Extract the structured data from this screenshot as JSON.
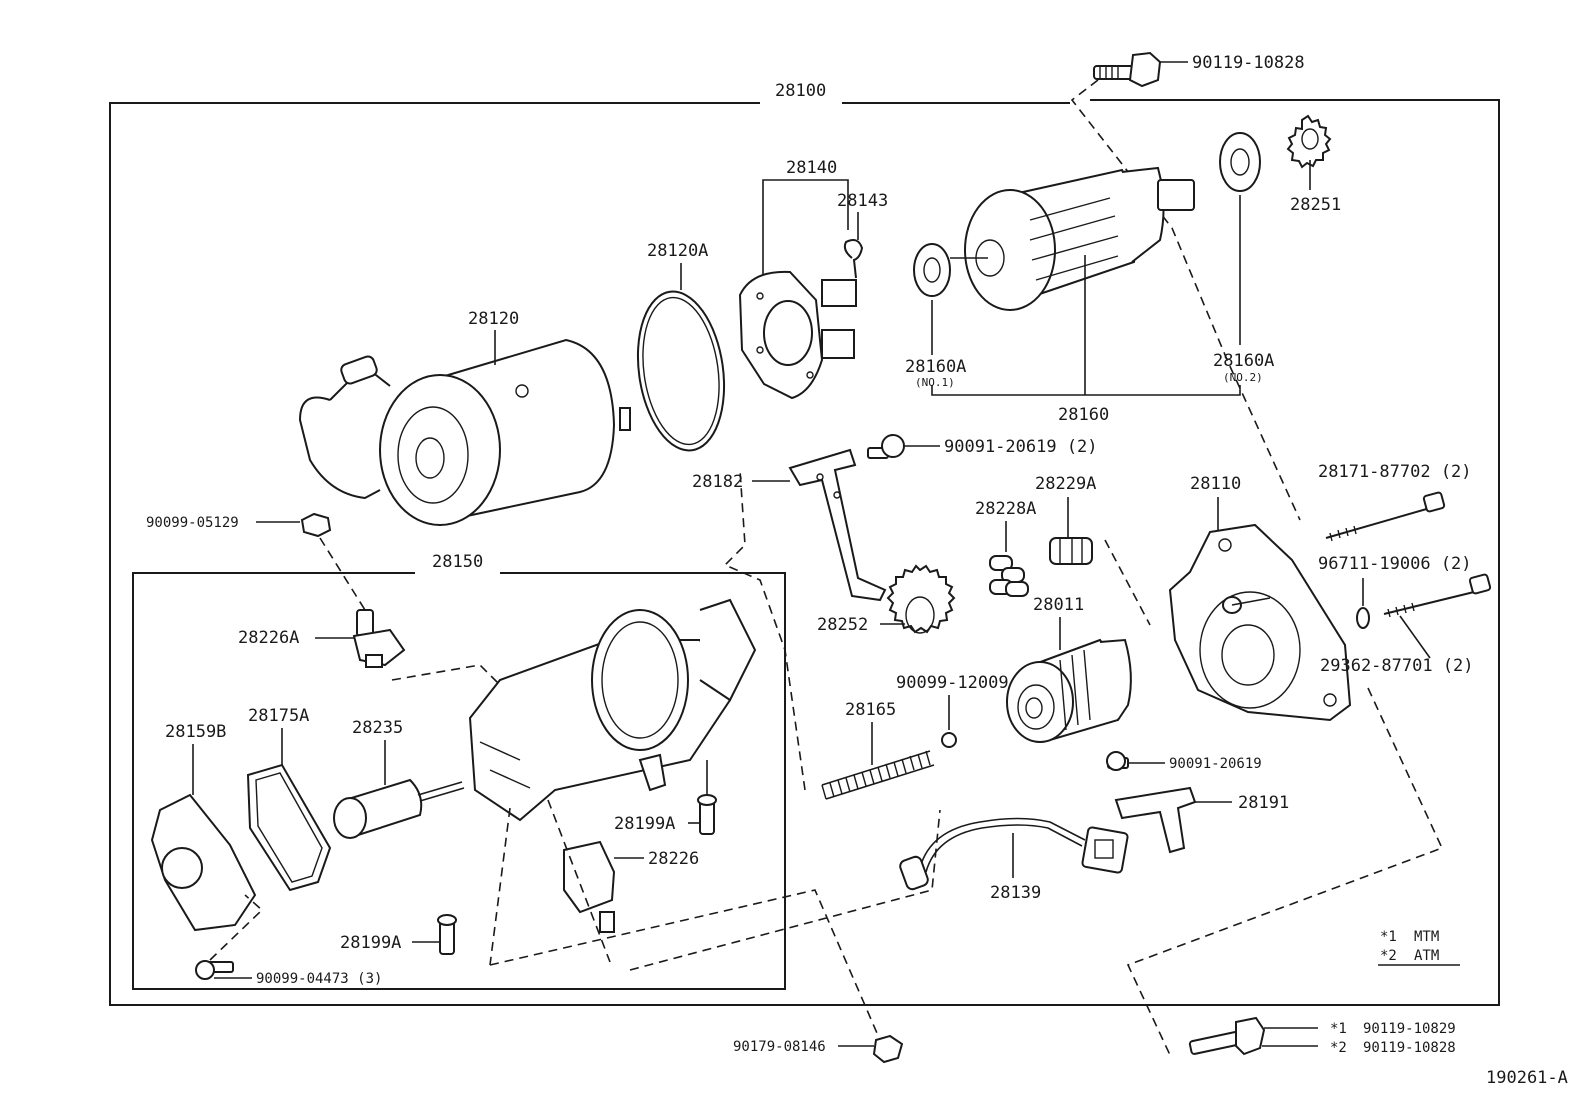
{
  "assembly": "28100",
  "subassembly": "28150",
  "drawing_number": "190261-A",
  "legend": [
    {
      "mark": "*1",
      "text": "MTM"
    },
    {
      "mark": "*2",
      "text": "ATM"
    }
  ],
  "labels": {
    "p90119_10828_top": "90119-10828",
    "p28140": "28140",
    "p28143": "28143",
    "p28120A": "28120A",
    "p28120": "28120",
    "p28251": "28251",
    "p28160A_no1": "28160A",
    "p28160A_no1_sub": "(NO.1)",
    "p28160A_no2": "28160A",
    "p28160A_no2_sub": "(NO.2)",
    "p28160": "28160",
    "p90091_20619_2": "90091-20619 (2)",
    "p28182": "28182",
    "p28229A": "28229A",
    "p28228A": "28228A",
    "p28110": "28110",
    "p28171_87702": "28171-87702 (2)",
    "p96711_19006": "96711-19006 (2)",
    "p29362_87701": "29362-87701 (2)",
    "p90099_05129": "90099-05129",
    "p28150": "28150",
    "p28226A": "28226A",
    "p28252": "28252",
    "p28011": "28011",
    "p90099_12009": "90099-12009",
    "p28165": "28165",
    "p28175A": "28175A",
    "p28159B": "28159B",
    "p28235": "28235",
    "p90091_20619": "90091-20619",
    "p28191": "28191",
    "p28199A_a": "28199A",
    "p28226": "28226",
    "p28139": "28139",
    "p28199A_b": "28199A",
    "p90099_04473": "90099-04473 (3)",
    "p90179_08146": "90179-08146",
    "p90119_10829_mtm": "90119-10829",
    "p90119_10828_atm": "90119-10828"
  }
}
